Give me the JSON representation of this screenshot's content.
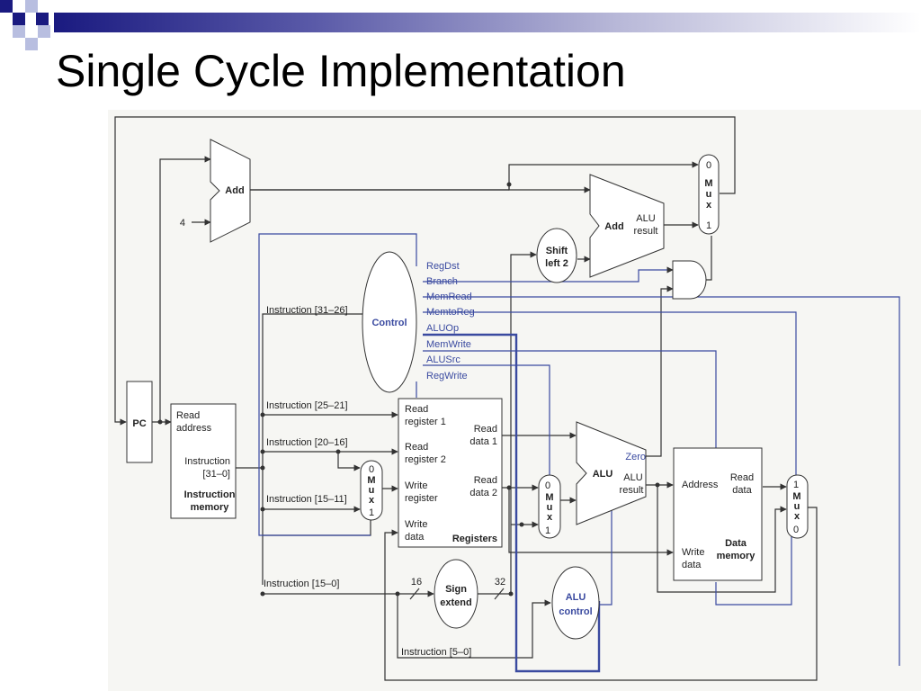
{
  "slide": {
    "title": "Single Cycle Implementation"
  },
  "diagram": {
    "pc": "PC",
    "constant_4": "4",
    "adder_top": "Add",
    "adder_branch": {
      "name": "Add",
      "alu": "ALU",
      "result": "result"
    },
    "shift_left_2": {
      "line1": "Shift",
      "line2": "left 2"
    },
    "control": "Control",
    "control_signals": [
      "RegDst",
      "Branch",
      "MemRead",
      "MemtoReg",
      "ALUOp",
      "MemWrite",
      "ALUSrc",
      "RegWrite"
    ],
    "instruction_fields": {
      "op": "Instruction [31–26]",
      "rs": "Instruction [25–21]",
      "rt": "Instruction [20–16]",
      "rd": "Instruction [15–11]",
      "imm": "Instruction [15–0]",
      "funct": "Instruction [5–0]"
    },
    "instruction_memory": {
      "read": "Read",
      "address": "address",
      "instruction": "Instruction",
      "bits": "[31–0]",
      "title1": "Instruction",
      "title2": "memory"
    },
    "registers": {
      "read_register_1": [
        "Read",
        "register 1"
      ],
      "read_register_2": [
        "Read",
        "register 2"
      ],
      "write_register": [
        "Write",
        "register"
      ],
      "write_data": [
        "Write",
        "data"
      ],
      "read_data_1": [
        "Read",
        "data 1"
      ],
      "read_data_2": [
        "Read",
        "data 2"
      ],
      "title": "Registers"
    },
    "sign_extend": {
      "line1": "Sign",
      "line2": "extend",
      "in_bits": "16",
      "out_bits": "32"
    },
    "alu": {
      "name": "ALU",
      "zero": "Zero",
      "alu_label": "ALU",
      "result": "result"
    },
    "alu_control": {
      "line1": "ALU",
      "line2": "control"
    },
    "data_memory": {
      "address": "Address",
      "read": "Read",
      "data": "data",
      "write": "Write",
      "write_data_2": "data",
      "title1": "Data",
      "title2": "memory"
    },
    "mux": {
      "m": "M",
      "u": "u",
      "x": "x",
      "zero": "0",
      "one": "1"
    }
  }
}
